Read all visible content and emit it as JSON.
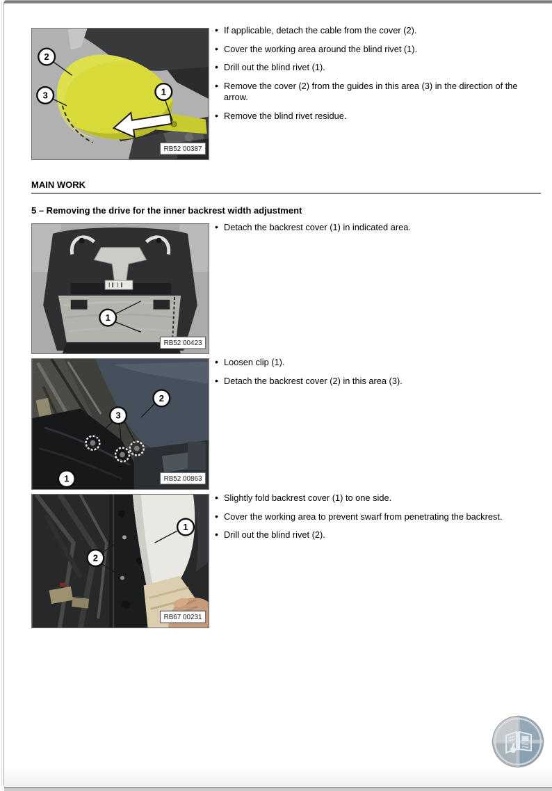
{
  "headings": {
    "main_work": "MAIN WORK",
    "step": "5 – Removing the drive for the inner backrest width adjustment"
  },
  "intro_bullets": [
    "If applicable, detach the cable from the cover (2).",
    "Cover the working area around the blind rivet (1).",
    "Drill out the blind rivet (1).",
    "Remove the cover (2) from the guides in this area (3) in the direction of the arrow.",
    "Remove the blind rivet residue."
  ],
  "blocks": [
    {
      "bullets": [
        "Detach the backrest cover (1) in indicated area."
      ]
    },
    {
      "bullets": [
        "Loosen clip (1).",
        "Detach the backrest cover (2) in this area (3)."
      ]
    },
    {
      "bullets": [
        "Slightly fold backrest cover (1) to one side.",
        "Cover the working area to prevent swarf from penetrating the backrest.",
        "Drill out the blind rivet (2)."
      ]
    }
  ],
  "figures": {
    "fig1": {
      "label": "RB52 00387",
      "callouts": [
        "2",
        "3",
        "1"
      ]
    },
    "fig2": {
      "label": "RB52 00423",
      "callouts": [
        "1"
      ]
    },
    "fig3": {
      "label": "RB52 00863",
      "callouts": [
        "2",
        "3",
        "1"
      ]
    },
    "fig4": {
      "label": "RB67 00231",
      "callouts": [
        "2",
        "1"
      ]
    }
  },
  "watermark": {
    "icon": "open-book-pointer-icon"
  },
  "colors": {
    "highlight_yellow": "#d7da39",
    "cover_blue_gray": "#46505c",
    "watermark_blue": "#7f99ab"
  }
}
